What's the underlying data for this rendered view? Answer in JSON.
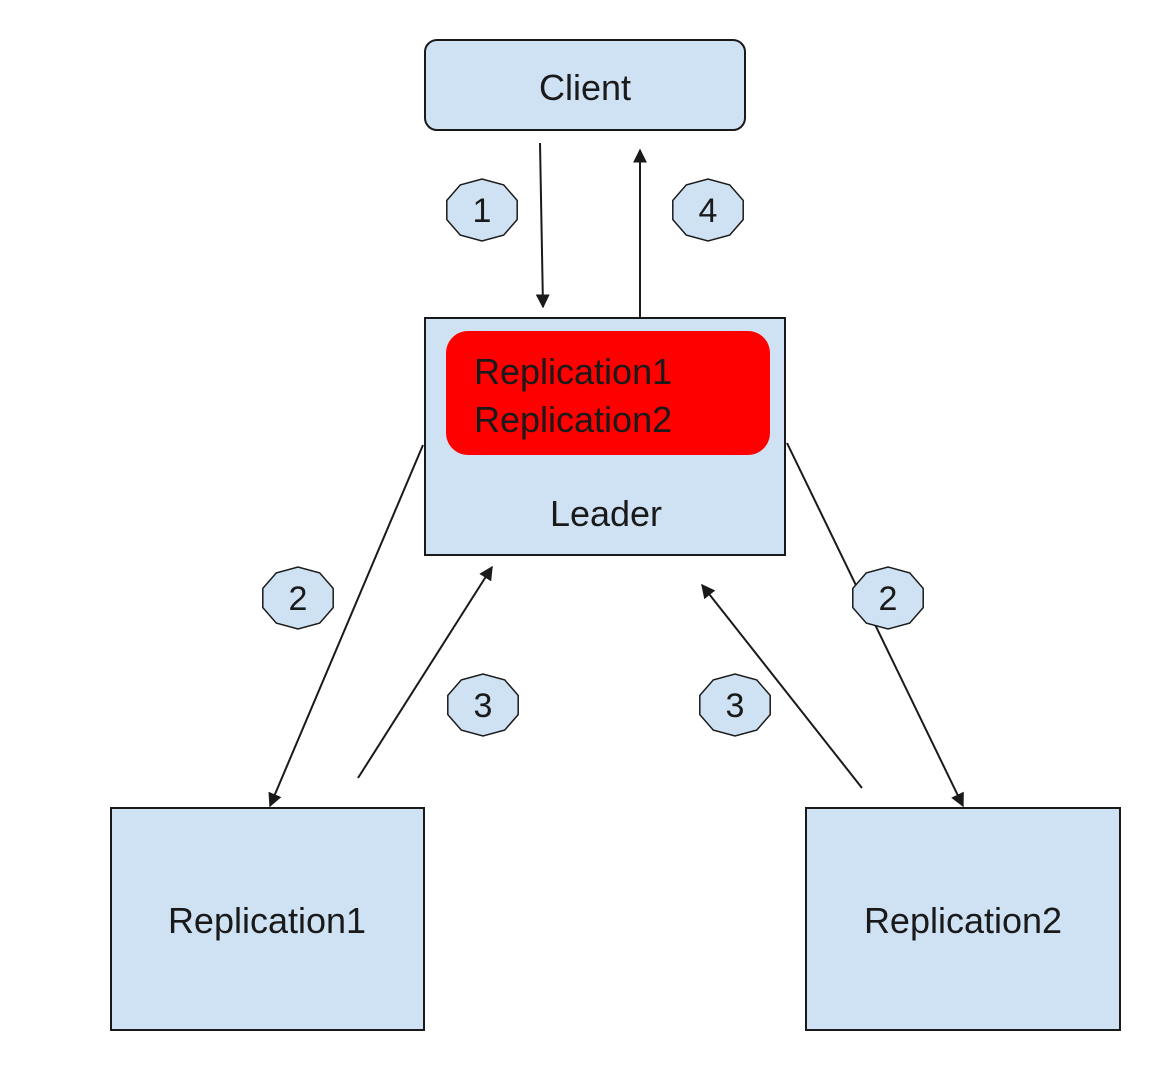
{
  "diagram": {
    "colors": {
      "node_fill": "#cfe2f3",
      "highlight_fill": "#ff0000",
      "stroke": "#1a1a1a",
      "text": "#1a1a1a"
    },
    "nodes": {
      "client": {
        "label": "Client"
      },
      "leader": {
        "label": "Leader",
        "inner_lines": [
          "Replication1",
          "Replication2"
        ]
      },
      "replication1": {
        "label": "Replication1"
      },
      "replication2": {
        "label": "Replication2"
      }
    },
    "steps": [
      {
        "id": "1",
        "label": "1",
        "from": "client",
        "to": "leader"
      },
      {
        "id": "2a",
        "label": "2",
        "from": "leader",
        "to": "replication1"
      },
      {
        "id": "2b",
        "label": "2",
        "from": "leader",
        "to": "replication2"
      },
      {
        "id": "3a",
        "label": "3",
        "from": "replication1",
        "to": "leader"
      },
      {
        "id": "3b",
        "label": "3",
        "from": "replication2",
        "to": "leader"
      },
      {
        "id": "4",
        "label": "4",
        "from": "leader",
        "to": "client"
      }
    ]
  }
}
